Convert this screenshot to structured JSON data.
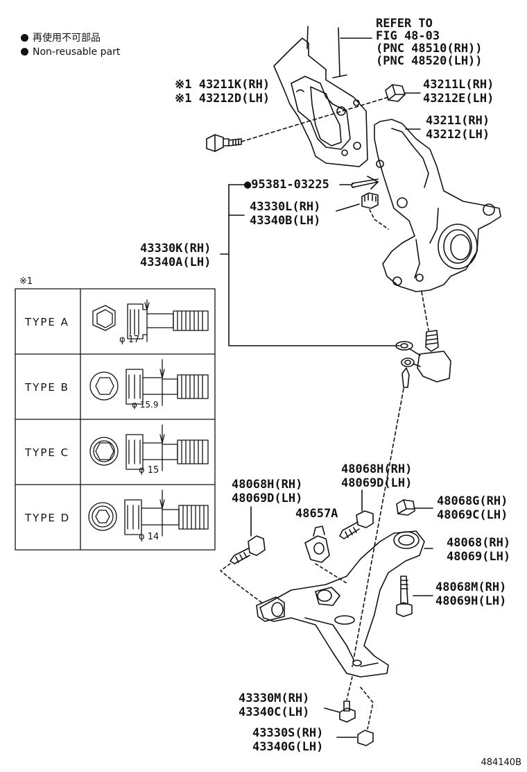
{
  "legend": {
    "jp": "再使用不可部品",
    "en": "Non-reusable part"
  },
  "note_marker": "※1",
  "refer": {
    "line1": "REFER TO",
    "line2": "FIG 48-03",
    "line3": "(PNC 48510(RH))",
    "line4": "(PNC 48520(LH))"
  },
  "parts": {
    "bolt_k_rh": "※1 43211K(RH)",
    "bolt_d_lh": "※1 43212D(LH)",
    "nut_l_rh": "43211L(RH)",
    "nut_e_lh": "43212E(LH)",
    "knuckle_rh": "43211(RH)",
    "knuckle_lh": "43212(LH)",
    "cotter_pin": "●95381-03225",
    "nut_330l_rh": "43330L(RH)",
    "nut_340b_lh": "43340B(LH)",
    "balljoint_rh": "43330K(RH)",
    "balljoint_lh": "43340A(LH)",
    "bolt_68h_rh_left": "48068H(RH)",
    "bolt_69d_lh_left": "48069D(LH)",
    "bracket": "48657A",
    "bolt_68h_rh_top": "48068H(RH)",
    "bolt_69d_lh_top": "48069D(LH)",
    "nut_68g_rh": "48068G(RH)",
    "nut_69c_lh": "48069C(LH)",
    "arm_rh": "48068(RH)",
    "arm_lh": "48069(LH)",
    "bolt_68m_rh": "48068M(RH)",
    "bolt_69h_lh": "48069H(LH)",
    "bolt_330m_rh": "43330M(RH)",
    "bolt_340c_lh": "43340C(LH)",
    "nut_330s_rh": "43330S(RH)",
    "nut_340g_lh": "43340G(LH)"
  },
  "types_table": {
    "rows": [
      {
        "label": "TYPE  A",
        "diameter": "φ 17"
      },
      {
        "label": "TYPE  B",
        "diameter": "φ 15.9"
      },
      {
        "label": "TYPE  C",
        "diameter": "φ 15"
      },
      {
        "label": "TYPE  D",
        "diameter": "φ 14"
      }
    ]
  },
  "figure_id": "484140B"
}
